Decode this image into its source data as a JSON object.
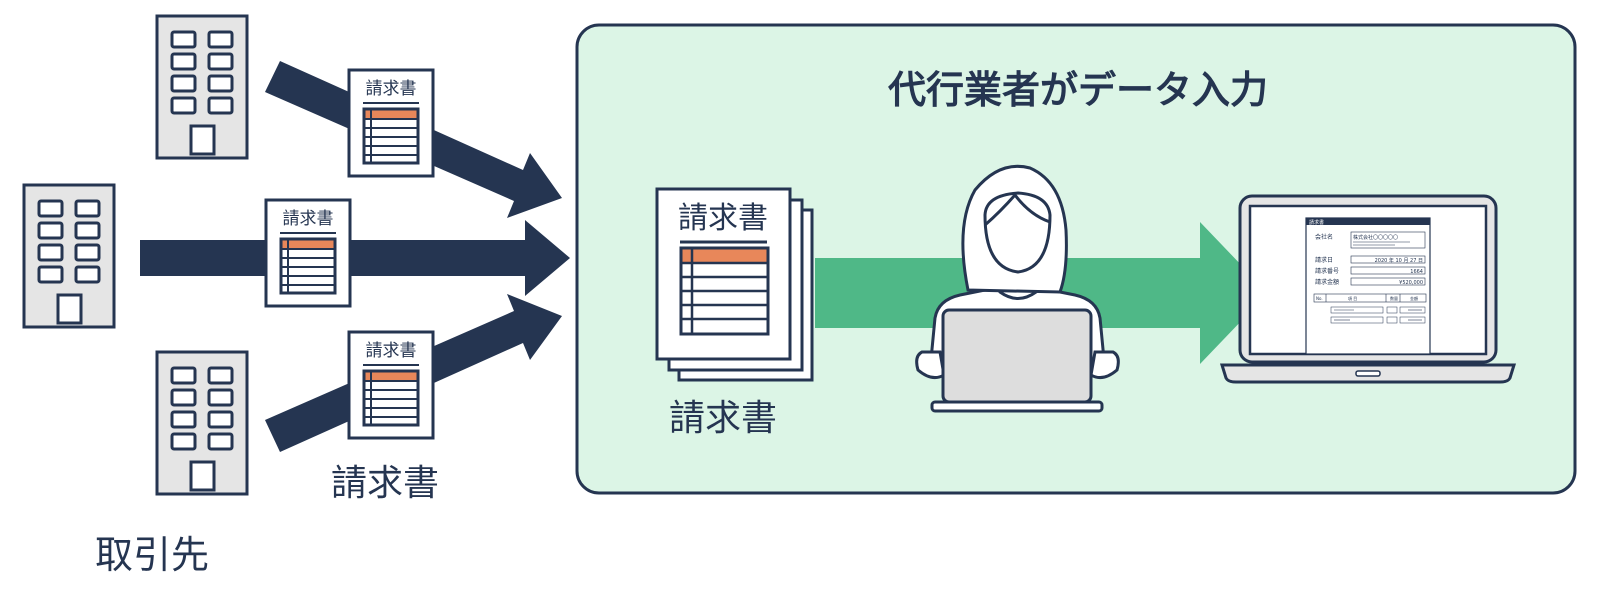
{
  "panel": {
    "title": "代行業者がデータ入力"
  },
  "labels": {
    "invoice_small": "請求書",
    "invoice_stack_caption": "請求書",
    "invoices_caption": "請求書",
    "clients_caption": "取引先"
  },
  "screen_invoice": {
    "header": "請求書",
    "company_label": "会社名",
    "company_value": "株式会社〇〇〇〇〇",
    "date_label": "請求日",
    "date_value": "2020 年 10 月 27 日",
    "number_label": "請求番号",
    "number_value": "1664",
    "amount_label": "請求金額",
    "amount_value": "¥520,000",
    "col_no": "No.",
    "col_item": "項 目",
    "col_qty": "数量",
    "col_amount": "金額"
  },
  "colors": {
    "navy": "#253551",
    "green_panel": "#dcf5e6",
    "green_arrow": "#4fb887",
    "orange": "#e8875a",
    "gray": "#e5e5e5"
  }
}
